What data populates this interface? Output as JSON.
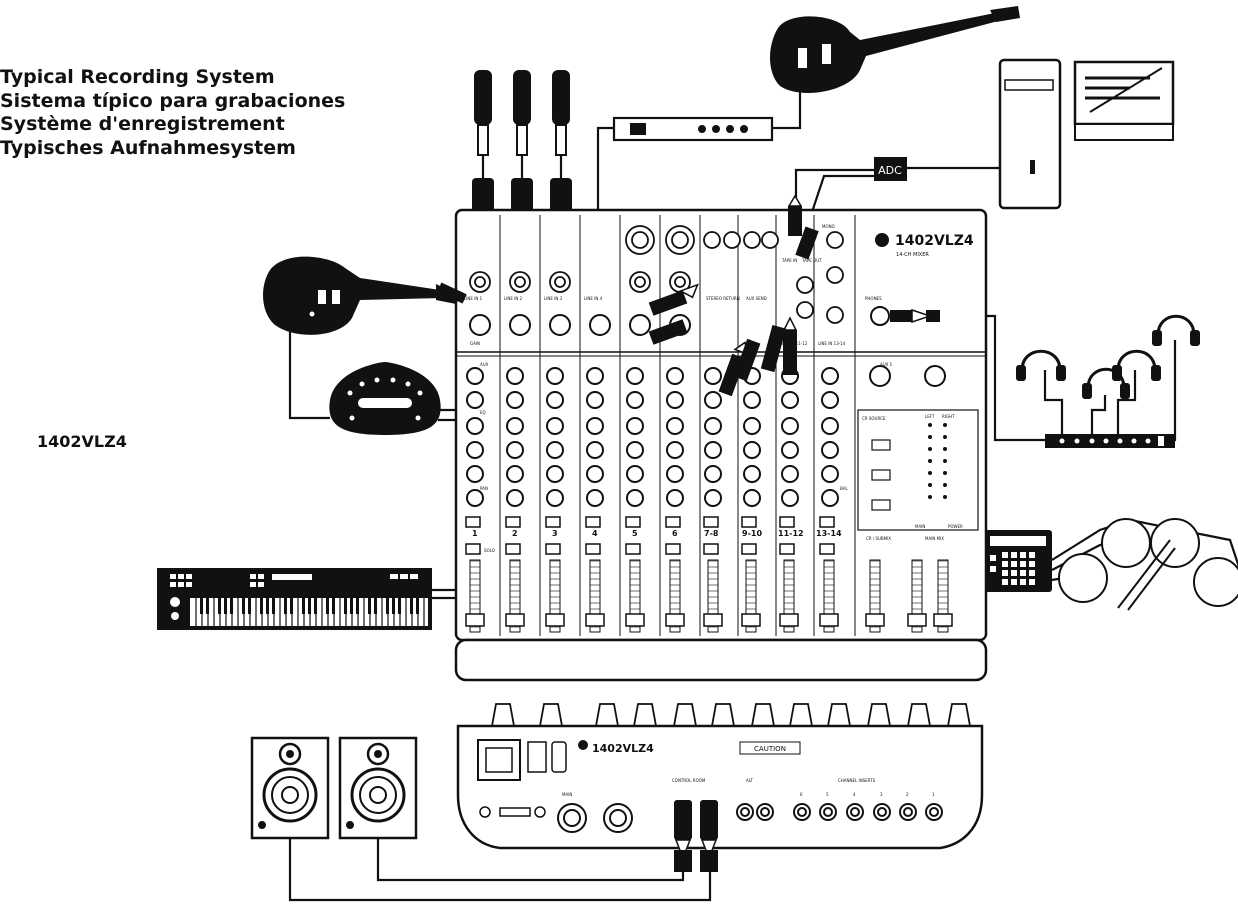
{
  "titles": [
    "Typical Recording System",
    "Sistema típico para grabaciones",
    "Système d'enregistrement",
    "Typisches Aufnahmesystem"
  ],
  "model_label": "1402VLZ4",
  "mixer": {
    "model": "1402VLZ4",
    "subtitle": "14-CH MIXER",
    "channel_numbers": [
      "1",
      "2",
      "3",
      "4",
      "5",
      "6",
      "7-8",
      "9-10",
      "11-12",
      "13-14"
    ],
    "input_labels": [
      "LINE IN 1",
      "LINE IN 2",
      "LINE IN 3",
      "LINE IN 4",
      "LINE IN 11-12",
      "LINE IN 13-14"
    ],
    "knob_labels": [
      "GAIN",
      "AUX",
      "EQ",
      "PAN",
      "BAL"
    ],
    "section_labels": [
      "STEREO RETURN",
      "AUX SEND",
      "TAPE IN",
      "TAPE OUT",
      "PHONES",
      "CR SOURCE",
      "MAIN MIX",
      "LEFT",
      "RIGHT",
      "CR / SUBMIX",
      "SOLO",
      "MAIN",
      "AUX 1",
      "MONO",
      "POWER"
    ]
  },
  "rear_panel": {
    "model": "1402VLZ4",
    "caution": "CAUTION",
    "labels": [
      "MAIN",
      "CONTROL ROOM",
      "ALT",
      "CHANNEL INSERTS"
    ],
    "insert_numbers": [
      "6",
      "5",
      "4",
      "3",
      "2",
      "1"
    ]
  },
  "adc_label": "ADC",
  "icons": [
    "guitar-icon",
    "microphone-icon",
    "rack-effects-icon",
    "computer-icon",
    "adc-box-icon",
    "headphones-icon",
    "headphone-amp-icon",
    "pedal-effects-icon",
    "keyboard-icon",
    "drum-machine-icon",
    "drum-pad-icon",
    "studio-monitor-icon"
  ]
}
